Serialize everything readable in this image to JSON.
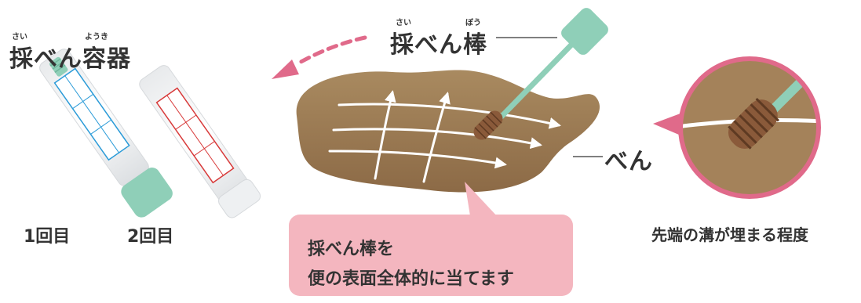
{
  "container": {
    "ruby_sai": "さい",
    "ruby_youki": "ようき",
    "title": "採べん容器",
    "tube1_label": "1回目",
    "tube2_label": "2回目"
  },
  "stick": {
    "ruby_sai": "さい",
    "ruby_bou": "ぼう",
    "title": "採べん棒"
  },
  "stool": {
    "label": "べん"
  },
  "callout": {
    "line1": "採べん棒を",
    "line2": "便の表面全体的に当てます"
  },
  "zoom": {
    "caption": "先端の溝が埋まる程度"
  },
  "colors": {
    "cap_green": "#8fcfb8",
    "stool_brown": "#a4825a",
    "tip_brown": "#8a5a3a",
    "accent_pink": "#e06a8a",
    "callout_pink": "#f4b6bf",
    "label_blue": "#2b9bd8",
    "label_red": "#d83a3a"
  }
}
